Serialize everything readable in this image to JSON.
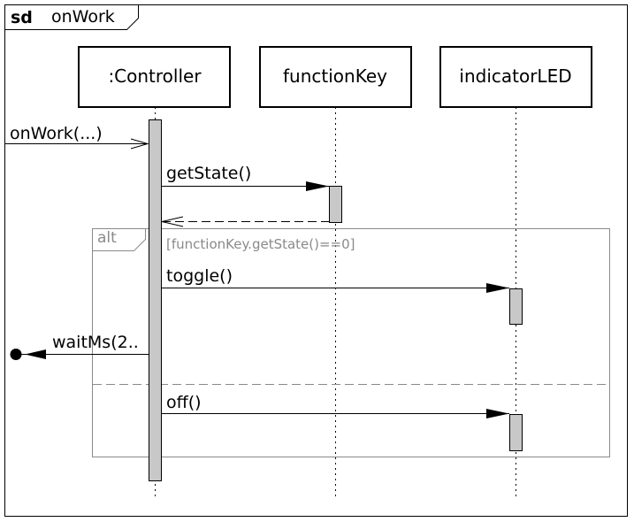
{
  "frame": {
    "keyword": "sd",
    "name": "onWork"
  },
  "lifelines": [
    {
      "name": ":Controller"
    },
    {
      "name": "functionKey"
    },
    {
      "name": "indicatorLED"
    }
  ],
  "messages": {
    "found": "onWork(...)",
    "get_state": "getState()",
    "toggle": "toggle()",
    "wait": "waitMs(2..",
    "off": "off()"
  },
  "fragment": {
    "operator": "alt",
    "guard": "[functionKey.getState()==0]"
  }
}
